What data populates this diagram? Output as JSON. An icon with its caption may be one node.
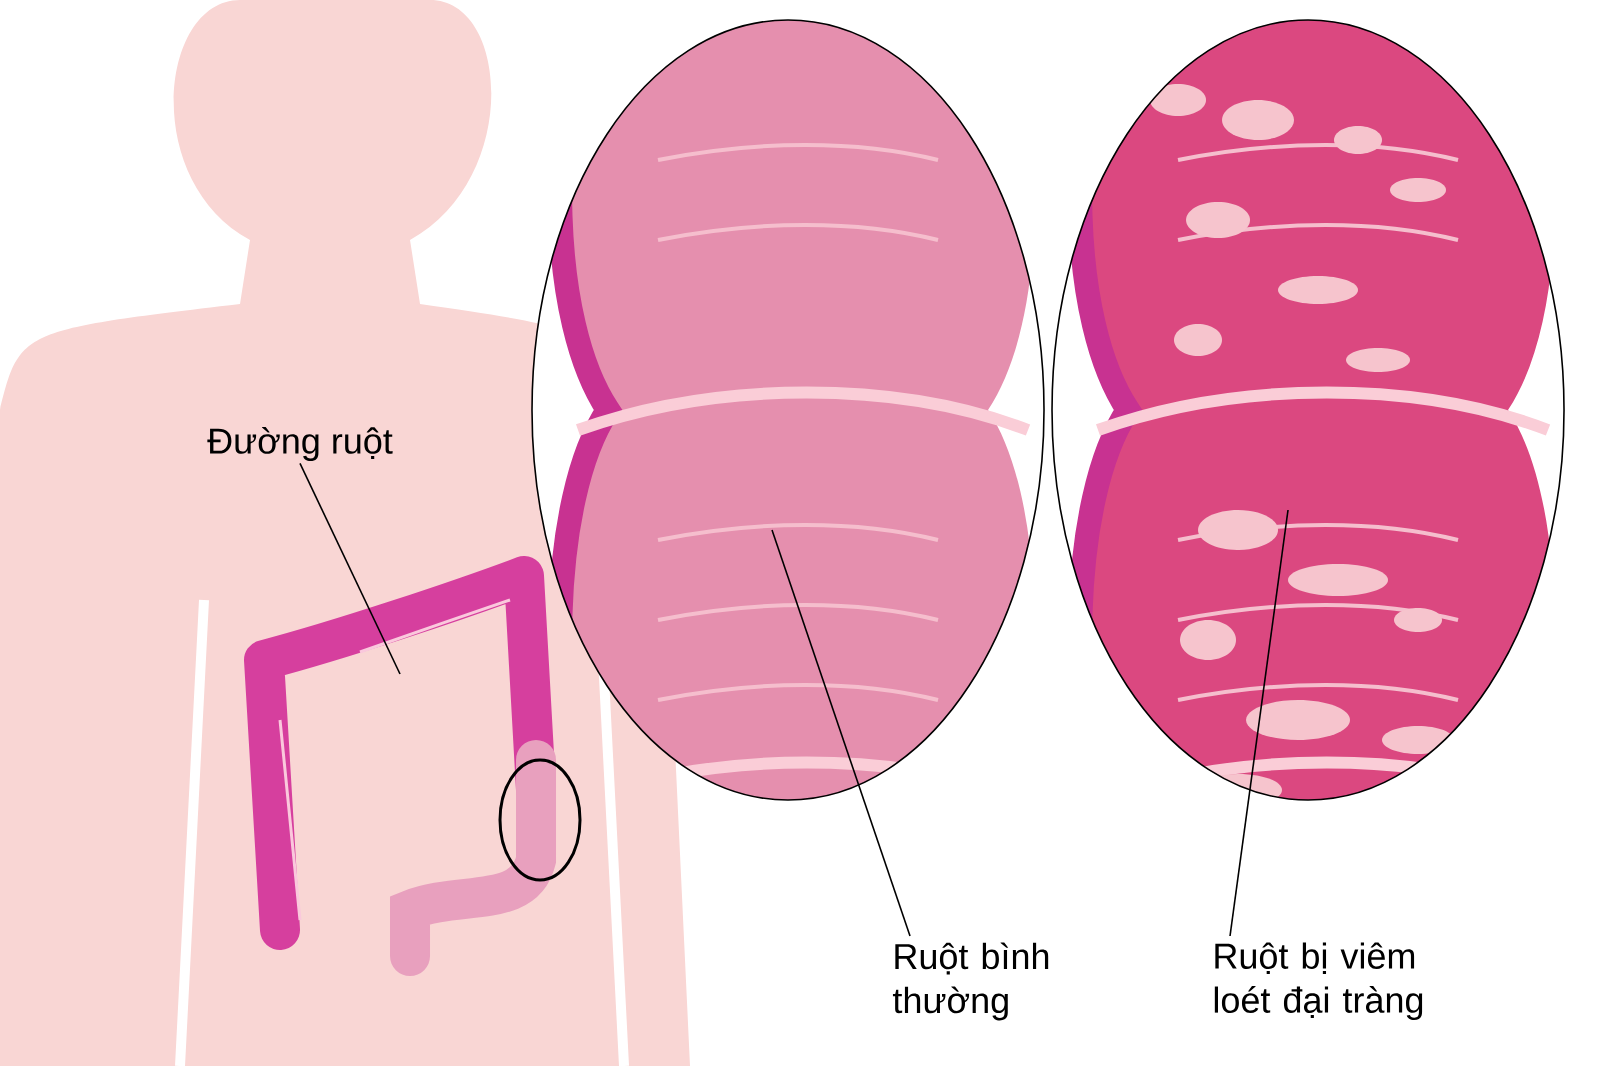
{
  "diagram": {
    "nodes": [
      {
        "text": [
          "Đường ruột"
        ]
      },
      {
        "text": [],
        "shape": "picture"
      },
      {
        "text": [
          "Ruột bình thường"
        ]
      },
      {
        "text": [],
        "shape": "picture"
      },
      {
        "text": [
          "Ruột bị viêm loét đại tràng"
        ]
      },
      {
        "text": [],
        "shape": "picture"
      }
    ],
    "edges": [
      {
        "from": 0,
        "to": 1,
        "arrow": "none"
      },
      {
        "from": 2,
        "to": 3,
        "arrow": "none"
      },
      {
        "from": 4,
        "to": 5,
        "arrow": "none"
      }
    ]
  }
}
